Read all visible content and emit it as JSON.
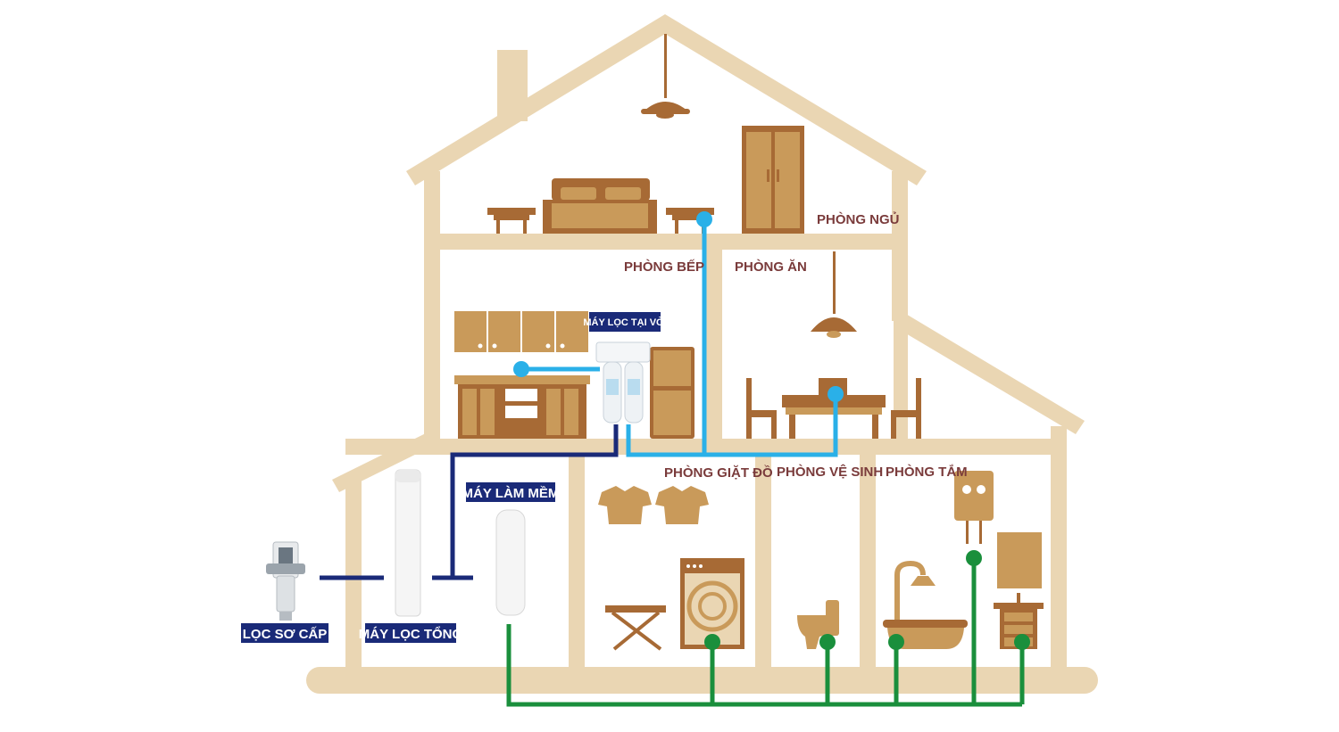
{
  "rooms": {
    "bedroom": "PHÒNG NGỦ",
    "kitchen": "PHÒNG BẾP",
    "dining": "PHÒNG ĂN",
    "laundry": "PHÒNG GIẶT ĐỒ",
    "toilet": "PHÒNG VỆ SINH",
    "bathroom": "PHÒNG TẮM"
  },
  "devices": {
    "tap_filter": "MÁY LỌC TẠI VÒI",
    "softener": "MÁY LÀM MỀM",
    "whole_house_filter": "MÁY LỌC TỔNG",
    "pre_filter": "LỌC SƠ CẤP"
  },
  "colors": {
    "house": "#ead6b3",
    "wood": "#a76a35",
    "wood_light": "#c99a5a",
    "label_bg": "#1a2a78",
    "room_text": "#7a3b3b",
    "pipe_raw": "#1a2a78",
    "pipe_filtered": "#2ab0e8",
    "pipe_soft": "#1a8f3c"
  }
}
